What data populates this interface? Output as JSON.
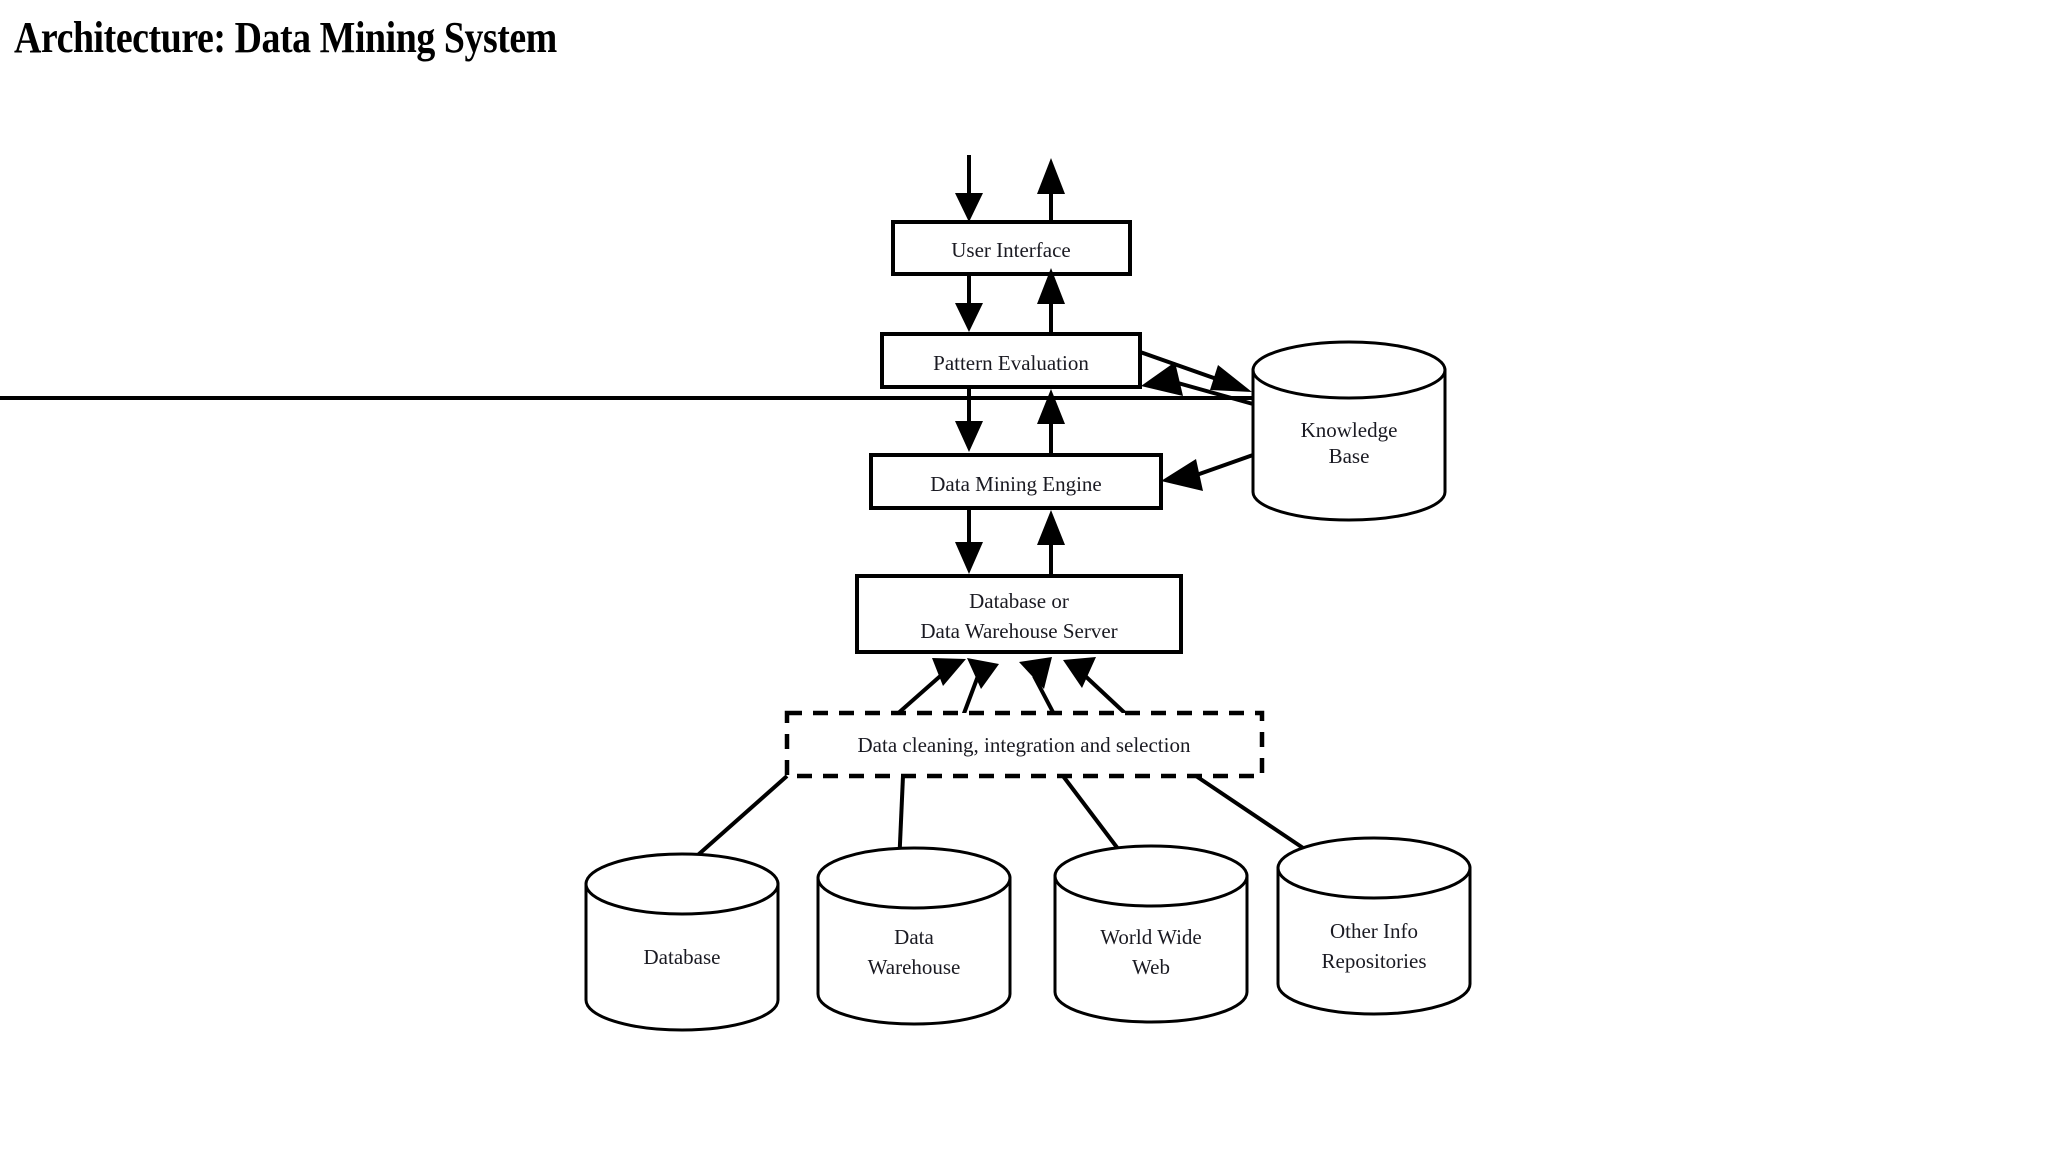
{
  "title": "Architecture: Data Mining System",
  "diagram": {
    "type": "block-flow-diagram",
    "nodes": {
      "user_interface": {
        "label": "User Interface",
        "shape": "rectangle"
      },
      "pattern_evaluation": {
        "label": "Pattern Evaluation",
        "shape": "rectangle"
      },
      "data_mining_engine": {
        "label": "Data Mining Engine",
        "shape": "rectangle"
      },
      "db_server_line1": "Database or",
      "db_server_line2": "Data Warehouse Server",
      "knowledge_base_line1": "Knowledge",
      "knowledge_base_line2": "Base",
      "preprocess": {
        "label": "Data cleaning, integration and selection",
        "shape": "dashed-rectangle"
      },
      "source_database": {
        "line1": "Database",
        "line2": "",
        "shape": "cylinder"
      },
      "source_data_warehouse": {
        "line1": "Data",
        "line2": "Warehouse",
        "shape": "cylinder"
      },
      "source_world_wide_web": {
        "line1": "World Wide",
        "line2": "Web",
        "shape": "cylinder"
      },
      "source_other_info": {
        "line1": "Other Info",
        "line2": "Repositories",
        "shape": "cylinder"
      }
    },
    "colors": {
      "stroke": "#000000",
      "fill": "#ffffff",
      "text": "#1a1a22",
      "background": "#ffffff"
    }
  }
}
